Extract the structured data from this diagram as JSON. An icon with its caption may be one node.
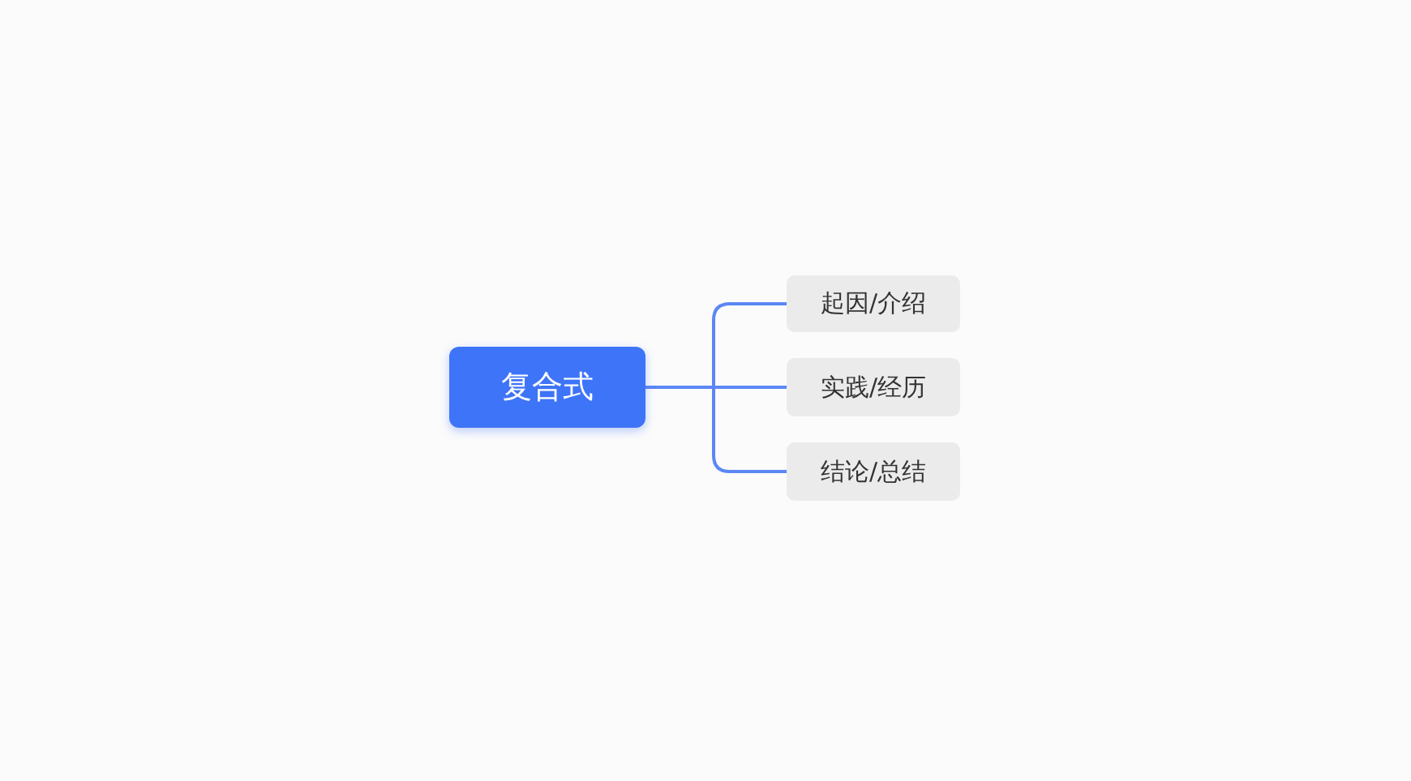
{
  "diagram": {
    "nodes": [
      {
        "text": [
          "复合式"
        ]
      },
      {
        "text": [
          "起因/介绍"
        ]
      },
      {
        "text": [
          "实践/经历"
        ]
      },
      {
        "text": [
          "结论/总结"
        ]
      }
    ],
    "edges": [
      {
        "from": 0,
        "to": 1,
        "arrow": "none"
      },
      {
        "from": 0,
        "to": 2,
        "arrow": "none"
      },
      {
        "from": 0,
        "to": 3,
        "arrow": "none"
      }
    ]
  }
}
